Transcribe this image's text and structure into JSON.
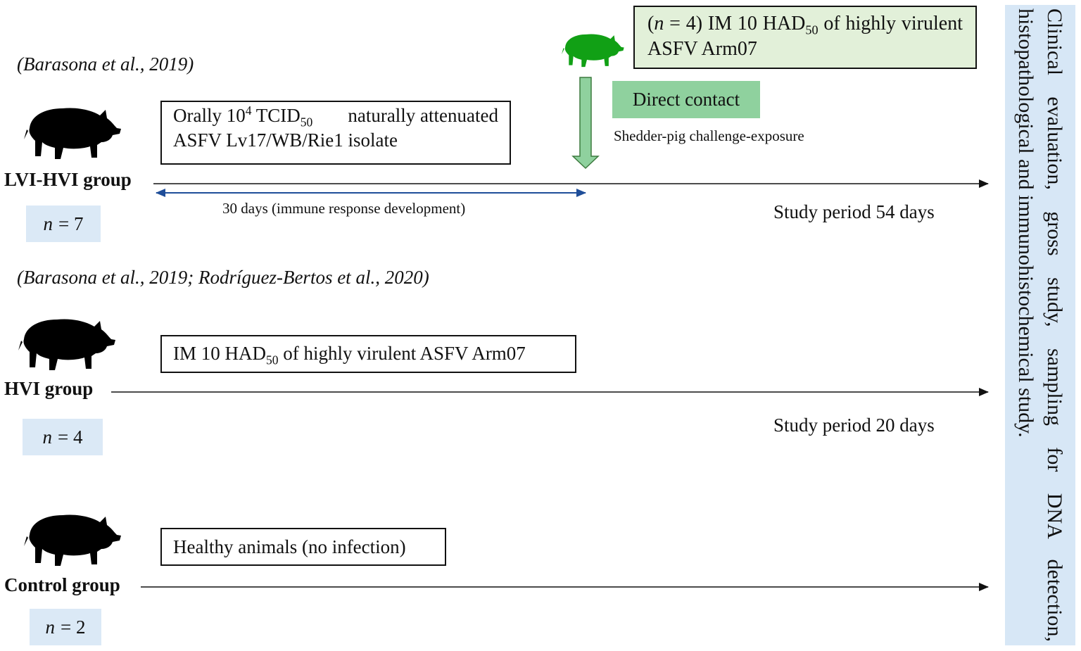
{
  "refs": {
    "ref1": "(Barasona et al., 2019)",
    "ref2": "(Barasona et al., 2019; Rodríguez-Bertos et al., 2020)"
  },
  "groups": [
    {
      "label": "LVI-HVI group",
      "n_label": "n",
      "n_value": "= 7",
      "treatment": {
        "pre": "Orally 10",
        "sup": "4",
        "mid": " TCID",
        "sub": "50",
        "post": " naturally attenuated",
        "line2": "ASFV Lv17/WB/Rie1 isolate"
      },
      "period": "Study period 54 days",
      "interval": "30 days (immune response development)"
    },
    {
      "label": "HVI group",
      "n_label": "n",
      "n_value": "= 4",
      "treatment": {
        "pre": "IM 10 HAD",
        "sub": "50",
        "post": " of highly virulent ASFV Arm07"
      },
      "period": "Study period 20 days"
    },
    {
      "label": "Control group",
      "n_label": "n",
      "n_value": "= 2",
      "treatment": {
        "text": "Healthy animals (no infection)"
      }
    }
  ],
  "shedder": {
    "n_open": "(",
    "n_label": "n",
    "pre": " = 4) IM 10 HAD",
    "sub": "50",
    "post": " of highly virulent ASFV Arm07",
    "contact": "Direct contact",
    "exposure": "Shedder-pig challenge-exposure"
  },
  "side_text": "Clinical evaluation, gross study, sampling for DNA detection, histopathological and immunohistochemical study.",
  "colors": {
    "boar": "#000000",
    "shedder_boar": "#11a015",
    "shedder_box": "#e2f0d9",
    "contact_box": "#8fd19e",
    "arrow_fill": "#8fd19e",
    "side_panel": "#d7e7f6",
    "n_box": "#dbe9f6",
    "interval_arrow": "#1f4e99"
  },
  "icons": [
    "wild-boar-icon",
    "wild-boar-icon",
    "wild-boar-icon",
    "shedder-boar-icon"
  ]
}
